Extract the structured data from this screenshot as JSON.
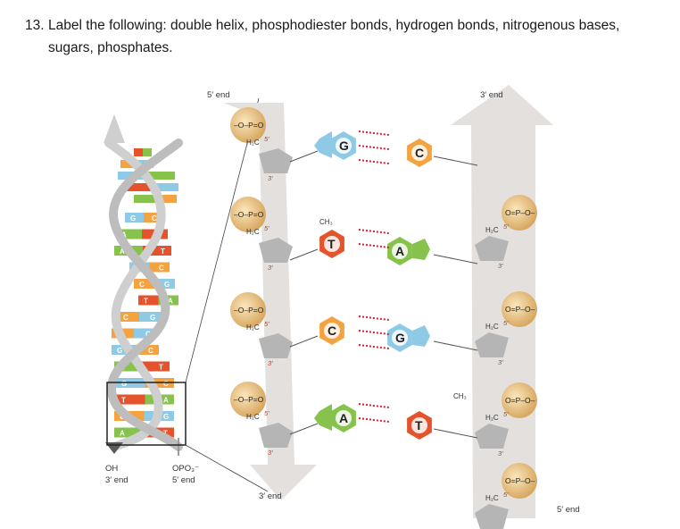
{
  "question": {
    "number": "13.",
    "line1": "Label the following: double helix, phosphodiester bonds, hydrogen bonds, nitrogenous bases,",
    "line2": "sugars, phosphates."
  },
  "helix": {
    "bottom_left_end": [
      "OH",
      "3′ end"
    ],
    "bottom_right_end": [
      "OPO₃⁻",
      "5′ end"
    ],
    "pairs": [
      {
        "left": "G",
        "right": "C"
      },
      {
        "left": "A",
        "right": "T"
      },
      {
        "left": "A",
        "right": "T"
      },
      {
        "left": "G",
        "right": "C"
      },
      {
        "left": "C",
        "right": "G"
      },
      {
        "left": "T",
        "right": "A"
      },
      {
        "left": "C",
        "right": "G"
      },
      {
        "left": "C",
        "right": "G"
      },
      {
        "left": "G",
        "right": "C"
      },
      {
        "left": "A",
        "right": "T"
      },
      {
        "left": "G",
        "right": "C"
      },
      {
        "left": "T",
        "right": "A"
      },
      {
        "left": "C",
        "right": "G"
      },
      {
        "left": "A",
        "right": "T"
      }
    ]
  },
  "detail": {
    "left_strand_top": "5′ end",
    "left_strand_bottom": "3′ end",
    "right_strand_top": "3′ end",
    "right_strand_bottom": "5′ end",
    "phosphate_label": "–O–P=O",
    "phosphate_label_right": "O=P–O–",
    "sugar_ch2_left": "H₂C",
    "sugar_5prime": "5′",
    "sugar_3prime": "3′",
    "sugar_ch2_right": "H₂C",
    "base_pairs": [
      {
        "left": "G",
        "right": "C"
      },
      {
        "left": "T",
        "right": "A"
      },
      {
        "left": "C",
        "right": "G"
      },
      {
        "left": "A",
        "right": "T"
      }
    ],
    "methyl": "CH₃"
  },
  "colors": {
    "G": "#8ecae6",
    "C": "#f4a340",
    "T": "#e5532d",
    "A": "#86c24c",
    "backbone": "#c9c9c9",
    "phosphate": "#e9c98a",
    "sugar": "#b9b9b9",
    "hbond": "#cc2233"
  }
}
